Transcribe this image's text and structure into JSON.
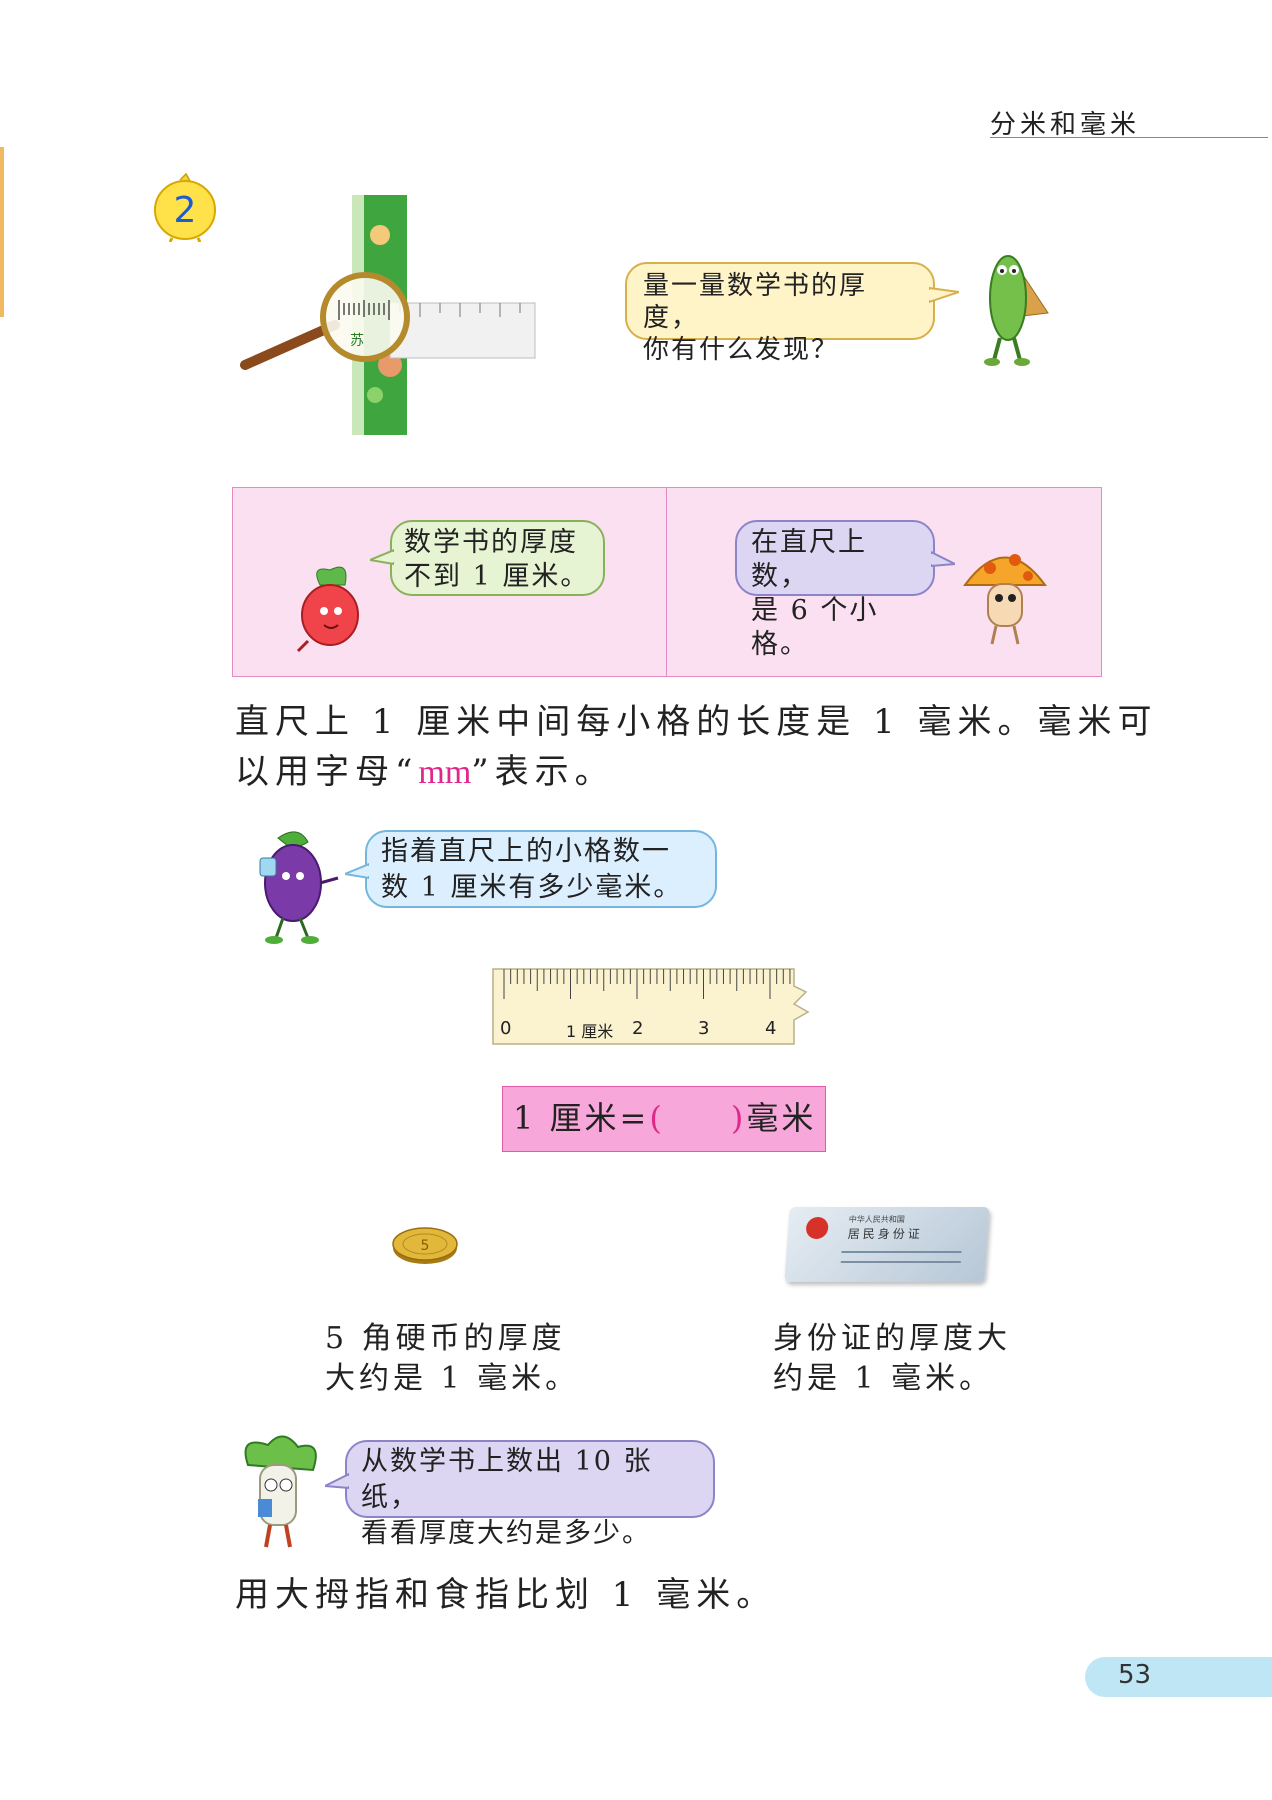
{
  "header": {
    "section_title": "分米和毫米"
  },
  "step": {
    "number": "2"
  },
  "intro": {
    "bubble_line1": "量一量数学书的厚度，",
    "bubble_line2": "你有什么发现？"
  },
  "discoveries": {
    "left_line1": "数学书的厚度",
    "left_line2": "不到 1 厘米。",
    "right_line1": "在直尺上数，",
    "right_line2": "是 6 个小格。"
  },
  "definition": {
    "line1": "直尺上 1 厘米中间每小格的长度是 1 毫米。毫米可",
    "line2_before": "以用字母“",
    "line2_letters": "mm",
    "line2_after": "”表示。"
  },
  "count_prompt": {
    "line1": "指着直尺上的小格数一",
    "line2": "数 1 厘米有多少毫米。"
  },
  "ruler": {
    "labels": [
      "0",
      "1 厘米",
      "2",
      "3",
      "4"
    ]
  },
  "equation": {
    "left": "1 厘米=",
    "open": "(",
    "blank": "",
    "close": ")",
    "unit": "毫米"
  },
  "coin": {
    "face_value": "5",
    "caption_line1": "5 角硬币的厚度",
    "caption_line2": "大约是 1 毫米。"
  },
  "id_card": {
    "title_small": "中华人民共和国",
    "title": "居民身份证",
    "caption_line1": "身份证的厚度大",
    "caption_line2": "约是 1 毫米。"
  },
  "book_cover": {
    "char": "苏"
  },
  "paper_prompt": {
    "line1": "从数学书上数出 10 张纸，",
    "line2": "看看厚度大约是多少。"
  },
  "activity": {
    "text": "用大拇指和食指比划 1 毫米。"
  },
  "page": {
    "number": "53"
  },
  "colors": {
    "pink_box": "#fbe0f1",
    "pink_border": "#e68cc3",
    "mm_accent": "#e0278a",
    "page_tab": "#bfe6f5"
  }
}
